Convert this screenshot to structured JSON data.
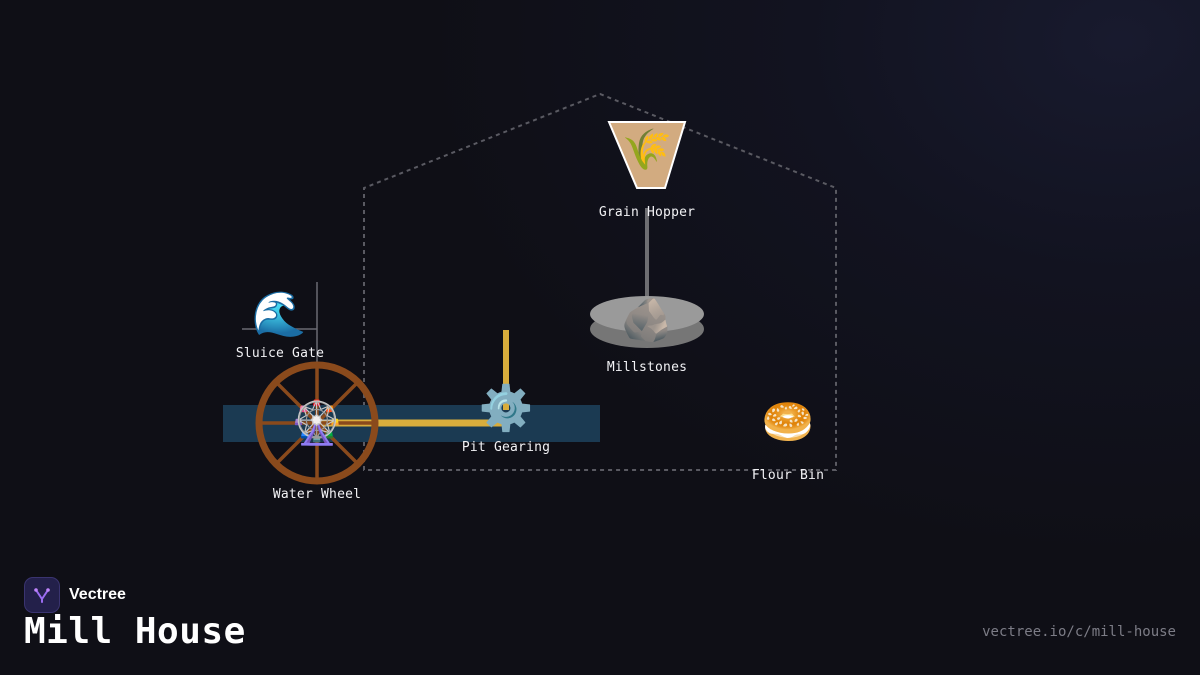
{
  "diagram": {
    "nodes": {
      "grain_hopper": {
        "label": "Grain Hopper",
        "icon": "sheaf-of-rice-icon"
      },
      "millstones": {
        "label": "Millstones",
        "icon": "rock-icon"
      },
      "sluice_gate": {
        "label": "Sluice Gate",
        "icon": "water-wave-icon"
      },
      "water_wheel": {
        "label": "Water Wheel",
        "icon": "ferris-wheel-icon"
      },
      "pit_gearing": {
        "label": "Pit Gearing",
        "icon": "gear-icon"
      },
      "flour_bin": {
        "label": "Flour Bin",
        "icon": "bagel-icon"
      }
    },
    "colors": {
      "wheel": "#8a4a1c",
      "gear_shaft": "#d9ad3c",
      "water": "#1b3a52",
      "hopper": "#d2ab80",
      "stone": "#8d8d8d",
      "house_outline": "#5a5a62"
    }
  },
  "footer": {
    "brand": "Vectree",
    "title": "Mill House",
    "url": "vectree.io/c/mill-house"
  }
}
